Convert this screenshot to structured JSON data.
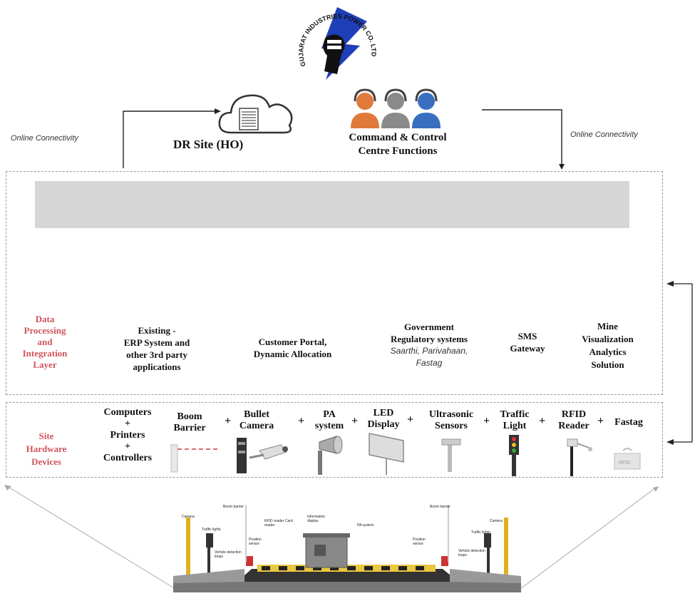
{
  "logo": {
    "text": "GUJARAT INDUSTRIES POWER CO. LTD."
  },
  "top": {
    "left_connectivity": "Online Connectivity",
    "right_connectivity": "Online Connectivity",
    "dr_site": "DR Site (HO)",
    "command_line1": "Command & Control",
    "command_line2": "Centre  Functions"
  },
  "layers": {
    "data_processing": {
      "title_lines": [
        "Data",
        "Processing",
        "and",
        "Integration",
        "Layer"
      ],
      "items": [
        {
          "lines": [
            "Existing -",
            "ERP System and",
            "other 3rd party",
            "applications"
          ]
        },
        {
          "lines": [
            "Customer Portal,",
            "Dynamic Allocation"
          ]
        },
        {
          "lines": [
            "Government",
            "Regulatory systems"
          ],
          "italic": [
            "Saarthi, Parivahaan,",
            "Fastag"
          ]
        },
        {
          "lines": [
            "SMS",
            "Gateway"
          ]
        },
        {
          "lines": [
            "Mine",
            "Visualization",
            "Analytics",
            "Solution"
          ]
        }
      ]
    },
    "site_hardware": {
      "title_lines": [
        "Site",
        "Hardware",
        "Devices"
      ],
      "computers": [
        "Computers",
        "+",
        "Printers",
        "+",
        "Controllers"
      ],
      "devices": [
        {
          "name": "boom-barrier",
          "lines": [
            "Boom",
            "Barrier"
          ]
        },
        {
          "name": "bullet-camera",
          "lines": [
            "Bullet",
            "Camera"
          ]
        },
        {
          "name": "pa-system",
          "lines": [
            "PA",
            "system"
          ]
        },
        {
          "name": "led-display",
          "lines": [
            "LED",
            "Display"
          ]
        },
        {
          "name": "ultrasonic-sensors",
          "lines": [
            "Ultrasonic",
            "Sensors"
          ]
        },
        {
          "name": "traffic-light",
          "lines": [
            "Traffic",
            "Light"
          ]
        },
        {
          "name": "rfid-reader",
          "lines": [
            "RFID",
            "Reader"
          ]
        },
        {
          "name": "fastag",
          "lines": [
            "Fastag"
          ]
        }
      ],
      "plus": "+"
    }
  },
  "plaza": {
    "labels": [
      "Camera",
      "Traffic lights",
      "Boom barrier",
      "RFID reader Card reader",
      "Information display",
      "Position sensor",
      "Vehicle detection loops",
      "Boom barrier",
      "Camera",
      "Traffic lights",
      "Position sensor",
      "Vehicle detection loops",
      "PA system"
    ]
  },
  "colors": {
    "accent_red": "#d0545a",
    "logo_blue": "#1f3fb8",
    "band_gray": "#d6d6d6",
    "headset_orange": "#e07a3a",
    "headset_blue": "#3a6fc0"
  }
}
